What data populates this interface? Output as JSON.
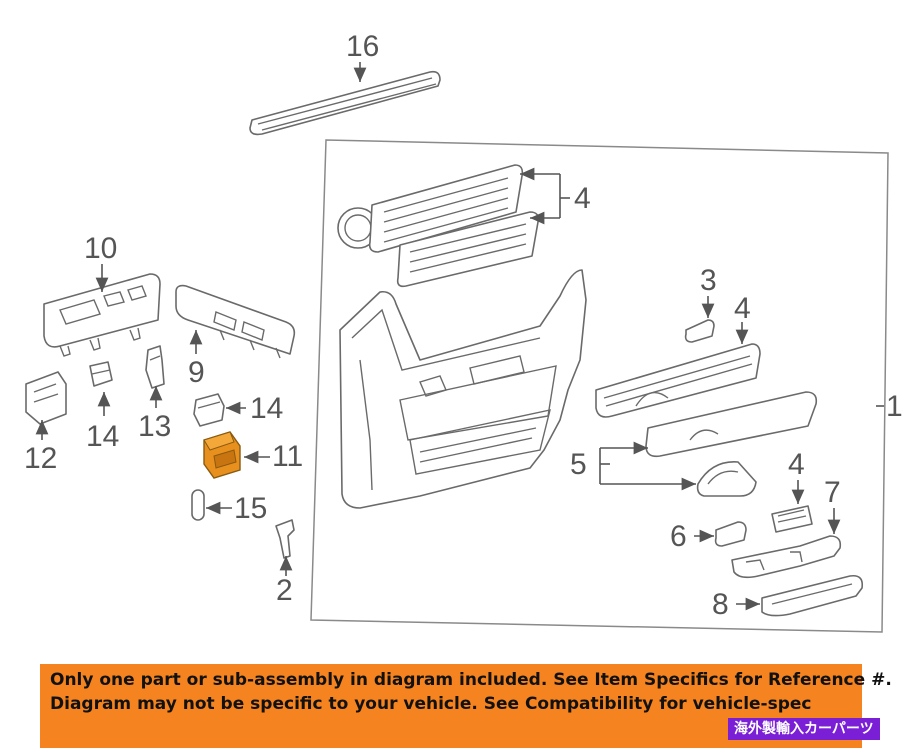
{
  "callouts": {
    "c1": "1",
    "c2": "2",
    "c3": "3",
    "c4a": "4",
    "c4b": "4",
    "c4c": "4",
    "c5": "5",
    "c6": "6",
    "c7": "7",
    "c8": "8",
    "c9": "9",
    "c10": "10",
    "c11": "11",
    "c12": "12",
    "c13": "13",
    "c14a": "14",
    "c14b": "14",
    "c15": "15",
    "c16": "16"
  },
  "banner": {
    "line1": "Only one part or sub-assembly in diagram included. See Item Specifics for Reference #.",
    "line2": "Diagram may not be specific to your vehicle. See Compatibility for vehicle-spec"
  },
  "watermark": "海外製輸入カーパーツ",
  "colors": {
    "highlight_part": "#e8901e",
    "banner_bg": "#f5831f",
    "watermark_bg": "#7a1fd6",
    "line": "#6a6a6a"
  }
}
